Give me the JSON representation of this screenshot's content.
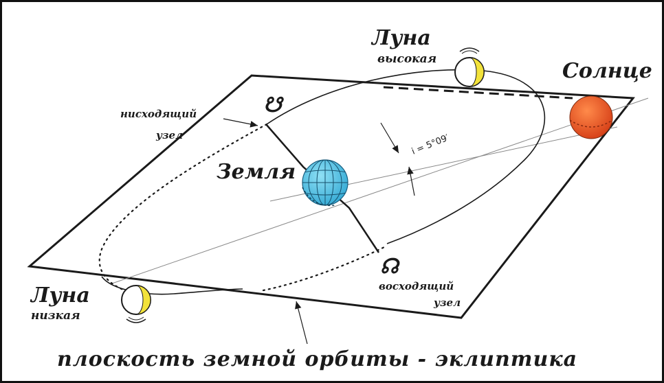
{
  "labels": {
    "sun": "Солнце",
    "earth": "Земля",
    "moon_high_title": "Луна",
    "moon_high_sub": "высокая",
    "moon_low_title": "Луна",
    "moon_low_sub": "низкая",
    "descending_node_line1": "нисходящий",
    "descending_node_line2": "узел",
    "ascending_node_line1": "восходящий",
    "ascending_node_line2": "узел",
    "descending_symbol": "☋",
    "ascending_symbol": "☊",
    "inclination": "i = 5°09′",
    "caption": "плоскость земной орбиты - эклиптика"
  },
  "colors": {
    "sun": "#e8501e",
    "earth": "#4ec3e8",
    "moon_lit": "#f2e23a",
    "line": "#1a1a1a"
  }
}
